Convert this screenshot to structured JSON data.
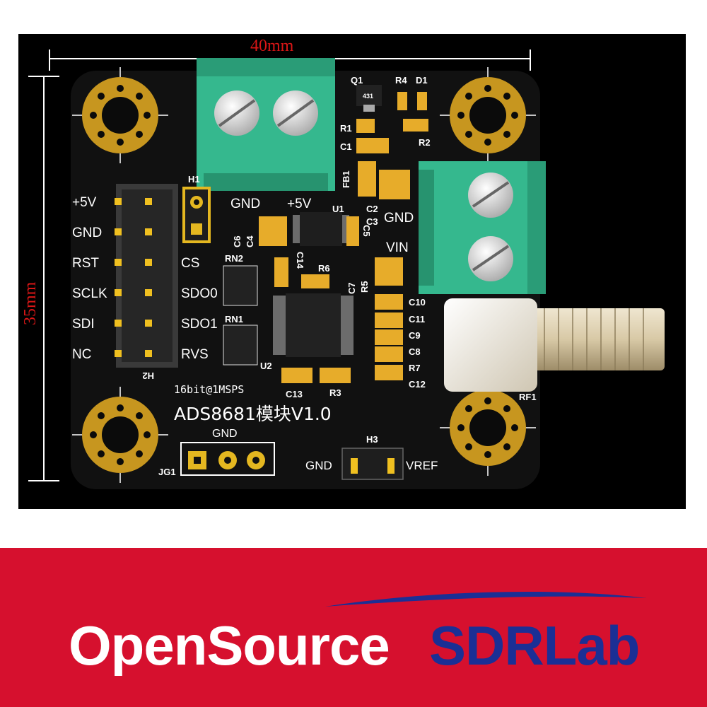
{
  "dimensions": {
    "width_label": "40mm",
    "height_label": "35mm"
  },
  "board": {
    "pin_labels_left": [
      "+5V",
      "GND",
      "RST",
      "SCLK",
      "SDI",
      "NC"
    ],
    "pin_labels_right": [
      "CS",
      "SDO0",
      "SDO1",
      "RVS"
    ],
    "header_label": "H2",
    "h1_label": "H1",
    "terminal_top_labels": [
      "GND",
      "+5V"
    ],
    "terminal_right_labels": [
      "GND",
      "VIN"
    ],
    "components": [
      "Q1",
      "R4",
      "D1",
      "R1",
      "R2",
      "C1",
      "FB1",
      "C2",
      "C3",
      "U1",
      "C6",
      "C4",
      "C5",
      "RN2",
      "C14",
      "R6",
      "C7",
      "R5",
      "RN1",
      "U2",
      "C10",
      "C11",
      "C9",
      "C8",
      "R7",
      "C12",
      "C13",
      "R3",
      "RF1",
      "431"
    ],
    "spec_text": "16bit@1MSPS",
    "title_text": "ADS8681模块V1.0",
    "jg1_gnd_label": "GND",
    "jg1_label": "JG1",
    "h3_label": "H3",
    "h3_left": "GND",
    "h3_right": "VREF"
  },
  "brand": {
    "part1": "OpenSource",
    "part2": "SDRLab",
    "colors": {
      "banner": "#d6102e",
      "sdr": "#1b2f95"
    }
  }
}
